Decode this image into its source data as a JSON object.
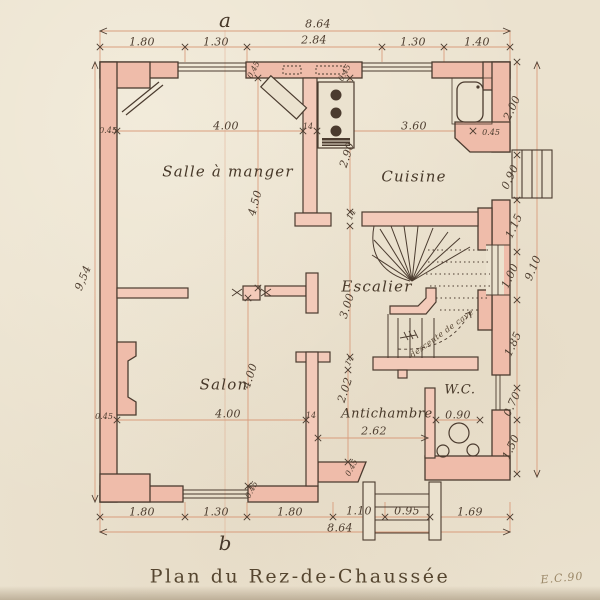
{
  "title": "Plan du Rez-de-Chaussée",
  "signature": "E.C.90",
  "markers": {
    "top": "a",
    "bottom": "b"
  },
  "rooms": {
    "dining": "Salle à manger",
    "kitchen": "Cuisine",
    "stairs": "Escalier",
    "living": "Salon",
    "hall": "Antichambre",
    "wc": "W.C."
  },
  "annotations": {
    "cellar_stairs": "descente de cave"
  },
  "dims": {
    "top_total": "8.64",
    "top": [
      "1.80",
      "1.30",
      "2.84",
      "1.30",
      "1.40"
    ],
    "bottom": [
      "1.80",
      "1.30",
      "1.80",
      "1.10",
      "0.95",
      "1.69"
    ],
    "bottom_total": "8.64",
    "left_total": "9,54",
    "right": [
      "2.00",
      "0.90",
      "1.15",
      "1.00",
      "1.85",
      "0.70",
      "1.50"
    ],
    "right_total": "9.10",
    "dining_w": "4.00",
    "dining_h": "4.50",
    "kitchen_w": "3.60",
    "kitchen_h": "2.90",
    "stair_h": "3.00",
    "living_w": "4.00",
    "living_h": "4.00",
    "hall_w": "2.62",
    "hall_h": "2.02",
    "wc_w": "0.90",
    "wall": "0.45",
    "partition": "14"
  },
  "colors": {
    "paper": "#ebe2cf",
    "wall_fill": "#efbcaa",
    "partition_fill": "#f3cab9",
    "ink": "#4b3b2f",
    "dim_line": "#d6916f"
  }
}
